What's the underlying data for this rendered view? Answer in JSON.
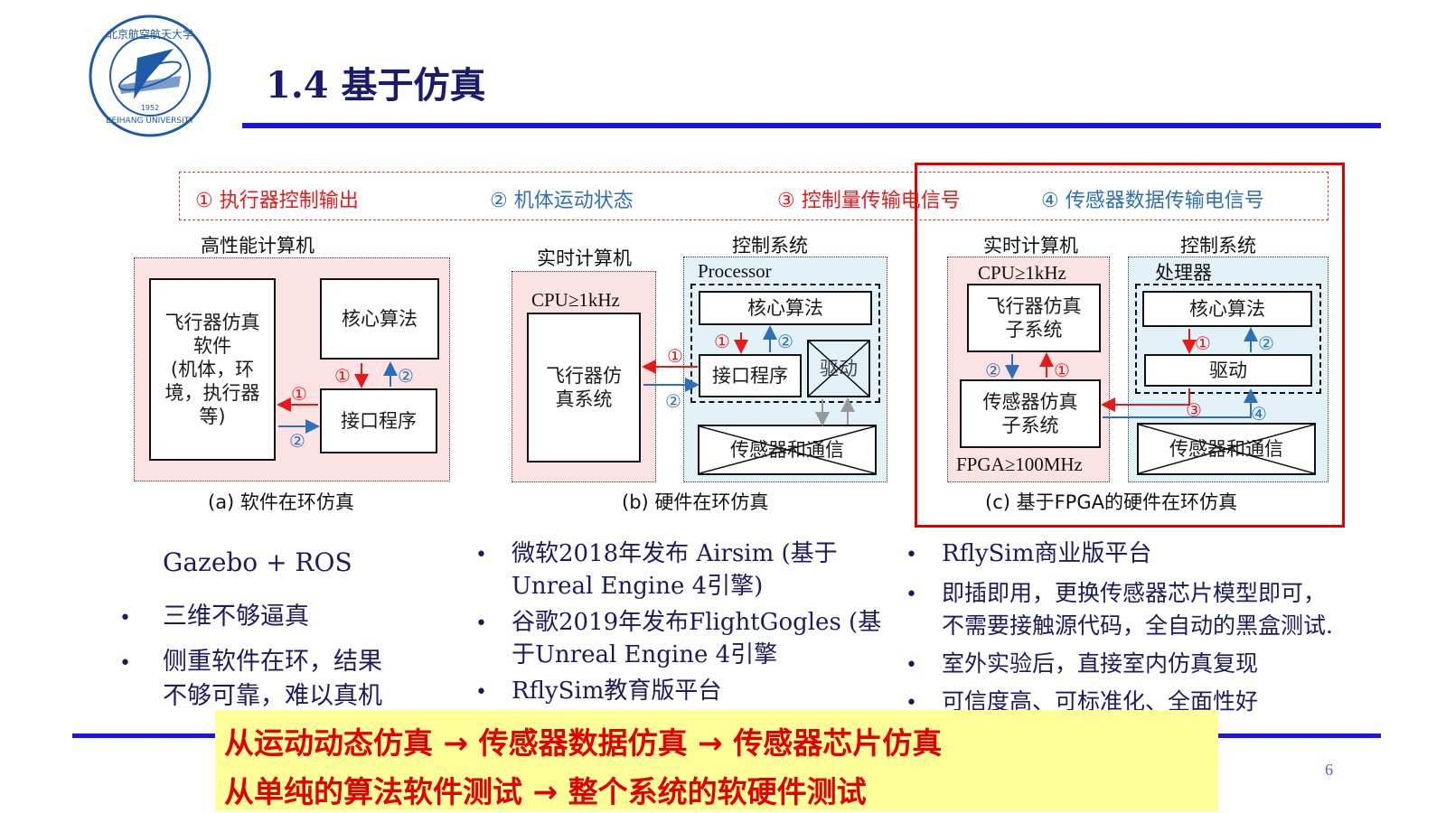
{
  "title": "1.4 基于仿真",
  "logo": {
    "text_top": "北京航空航天大学",
    "text_bottom": "BEIHANG UNIVERSITY",
    "year": "1952"
  },
  "legend": [
    {
      "label": "① 执行器控制输出"
    },
    {
      "label": "② 机体运动状态"
    },
    {
      "label": "③ 控制量传输电信号"
    },
    {
      "label": "④ 传感器数据传输电信号"
    }
  ],
  "panel_a": {
    "title": "高性能计算机",
    "sim_box": [
      "飞行器仿真",
      "软件",
      "(机体，环",
      "境，执行器",
      "等)"
    ],
    "core": "核心算法",
    "iface": "接口程序",
    "caption": "(a) 软件在环仿真"
  },
  "panel_b": {
    "rt_title": "实时计算机",
    "ctrl_title": "控制系统",
    "cpu": "CPU≥1kHz",
    "sim": [
      "飞行器仿",
      "真系统"
    ],
    "processor": "Processor",
    "core": "核心算法",
    "iface": "接口程序",
    "driver": "驱动",
    "sensor": "传感器和通信",
    "caption": "(b) 硬件在环仿真"
  },
  "panel_c": {
    "rt_title": "实时计算机",
    "ctrl_title": "控制系统",
    "cpu": "CPU≥1kHz",
    "sub1": [
      "飞行器仿真",
      "子系统"
    ],
    "sub2": [
      "传感器仿真",
      "子系统"
    ],
    "fpga": "FPGA≥100MHz",
    "processor": "处理器",
    "core": "核心算法",
    "driver": "驱动",
    "sensor": "传感器和通信",
    "caption": "(c) 基于FPGA的硬件在环仿真"
  },
  "nums": {
    "n1": "①",
    "n2": "②",
    "n3": "③",
    "n4": "④"
  },
  "col1": {
    "heading": "Gazebo + ROS",
    "b1": "三维不够逼真",
    "b2a": "侧重软件在环，结果",
    "b2b": "不够可靠，难以真机"
  },
  "col2": {
    "b1a": "微软2018年发布 Airsim (基于",
    "b1b": "Unreal Engine 4引擎)",
    "b2a": "谷歌2019年发布FlightGogles (基",
    "b2b": "于Unreal Engine 4引擎",
    "b3": "RflySim教育版平台"
  },
  "col3": {
    "b1": "RflySim商业版平台",
    "b2a": "即插即用，更换传感器芯片模型即可，",
    "b2b": "不需要接触源代码，全自动的黑盒测试.",
    "b3": "室外实验后，直接室内仿真复现",
    "b4": "可信度高、可标准化、全面性好"
  },
  "banner": {
    "line1": "从运动动态仿真 → 传感器数据仿真 → 传感器芯片仿真",
    "line2": "从单纯的算法软件测试 → 整个系统的软硬件测试"
  },
  "bullet": "•",
  "page_number": "6",
  "colors": {
    "accent_blue": "#1a1ad6",
    "red": "#e31b1b",
    "blue": "#2e6fb7",
    "banner_bg": "#ffff99"
  }
}
